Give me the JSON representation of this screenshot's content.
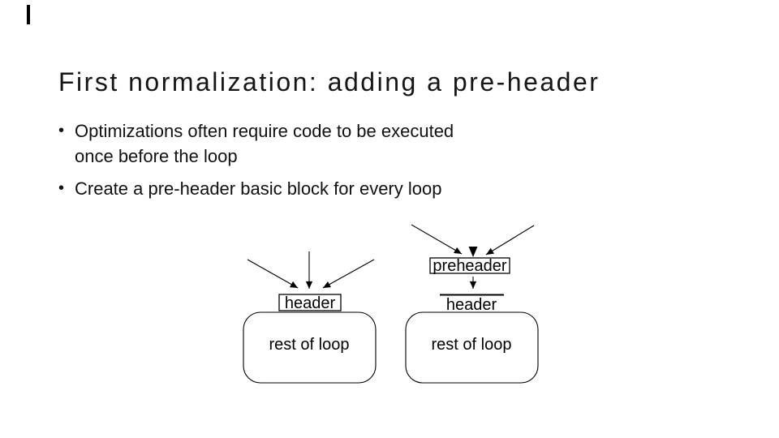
{
  "slide": {
    "title": "First normalization: adding a pre-header",
    "bullet_glyph": "•",
    "bullets": [
      "Optimizations often require code to be executed once before the loop",
      "Create a pre-header basic block for every loop"
    ]
  },
  "diagram": {
    "before": {
      "header_label": "header",
      "body_label": "rest of loop"
    },
    "after": {
      "preheader_label": "preheader",
      "header_label": "header",
      "body_label": "rest of loop"
    }
  },
  "colors": {
    "background": "#ffffff",
    "text": "#111111",
    "line": "#000000"
  }
}
